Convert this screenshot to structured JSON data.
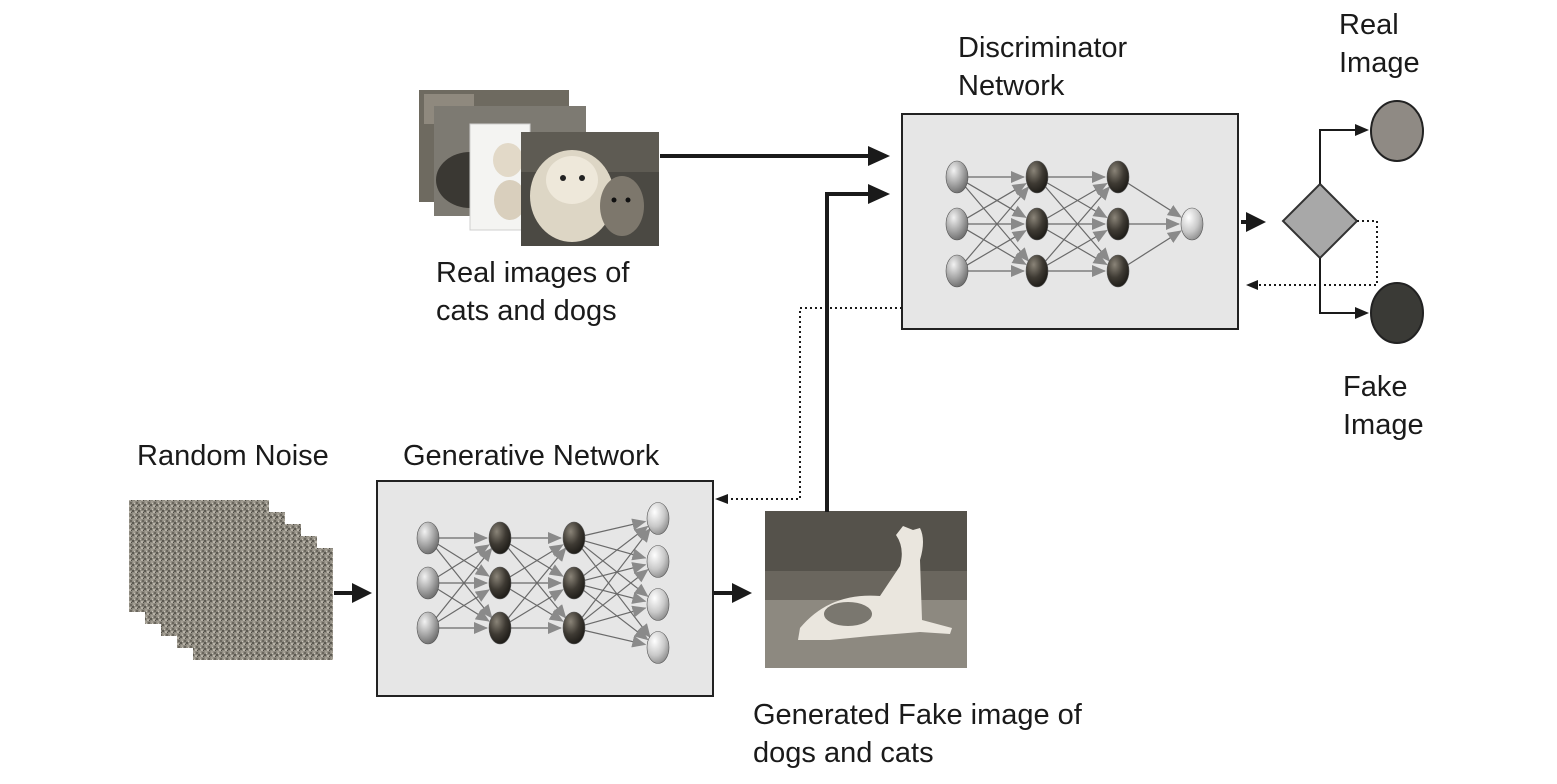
{
  "labels": {
    "real_images": [
      "Real images of",
      "cats and dogs"
    ],
    "discriminator": [
      "Discriminator",
      "Network"
    ],
    "real_output": [
      "Real",
      "Image"
    ],
    "fake_output": [
      "Fake",
      "Image"
    ],
    "random_noise": "Random Noise",
    "generative": "Generative Network",
    "generated_fake": [
      "Generated Fake image of",
      "dogs and cats"
    ]
  },
  "colors": {
    "box_fill": "#e6e6e6",
    "box_stroke": "#222222",
    "arrow": "#1a1a1a",
    "real_circle": "#8f8a84",
    "fake_circle": "#3a3a36",
    "diamond": "#a8a8a8",
    "node_light": "#9a9a9a",
    "node_dark": "#3e3a33"
  },
  "networks": {
    "generative_layers": [
      3,
      3,
      3,
      4
    ],
    "discriminator_layers": [
      3,
      3,
      3,
      1
    ]
  }
}
